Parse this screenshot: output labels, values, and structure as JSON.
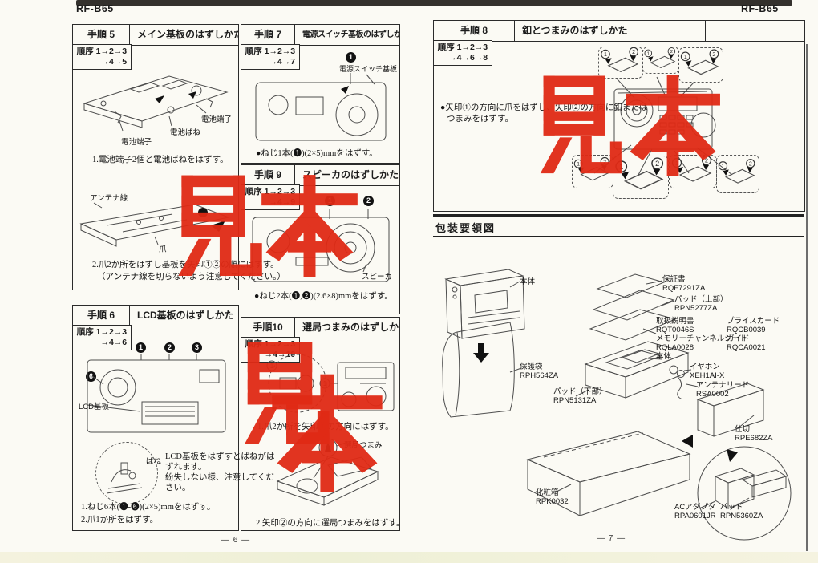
{
  "watermark": {
    "text": "見本",
    "color": "#e02a15"
  },
  "left_page": {
    "header": "RF-B65",
    "footer": "— 6 —",
    "step5": {
      "label": "手順 5",
      "title": "メイン基板のはずしかた",
      "order1": "順序 1→2→3",
      "order2": "→4→5",
      "lbl_terminal1": "電池端子",
      "lbl_spring": "電池ばね",
      "lbl_terminal2": "電池端子",
      "lbl_antenna": "アンテナ線",
      "lbl_claw": "爪",
      "note1": "1.電池端子2個と電池ばねをはずす。",
      "note2": "2.爪2か所をはずし基板を矢印①②の順にはずす。",
      "note3": "（アンテナ線を切らないよう注意してください。）"
    },
    "step6": {
      "label": "手順 6",
      "title": "LCD基板のはずしかた",
      "order1": "順序 1→2→3",
      "order2": "→4→6",
      "markers": [
        "1",
        "2",
        "3",
        "6"
      ],
      "lbl_lcd": "LCD基板",
      "lbl_spring": "ばね",
      "callout1": "LCD基板をはずすとばねがは",
      "callout2": "ずれます。",
      "callout3": "紛失しない様、注意してくだ",
      "callout4": "さい。",
      "note1": "1.ねじ6本(❶-❻)(2×5)mmをはずす。",
      "note2": "2.爪1か所をはずす。"
    },
    "step7": {
      "label": "手順 7",
      "title": "電源スイッチ基板のはずしかた",
      "order1": "順序 1→2→3",
      "order2": "→4→7",
      "markers": [
        "1"
      ],
      "lbl_board": "電源スイッチ基板",
      "note": "●ねじ1本(❶)(2×5)mmをはずす。"
    },
    "step9": {
      "label": "手順 9",
      "title": "スピーカのはずしかた",
      "order1": "順序 1→2→3",
      "order2": "→4→9",
      "markers": [
        "1",
        "2"
      ],
      "lbl_speaker": "スピーカ",
      "note": "●ねじ2本(❶,❷)(2.6×8)mmをはずす。"
    },
    "step10": {
      "label": "手順10",
      "title": "選局つまみのはずしかた",
      "order1": "順序 1→2→3",
      "order2": "→4→10",
      "lbl_knob": "選局つまみ",
      "note1": "1.爪2か所を矢印①の方向にはずす。",
      "note2": "2.矢印②の方向に選局つまみをはずす。"
    }
  },
  "right_page": {
    "header": "RF-B65",
    "footer": "— 7 —",
    "step8": {
      "label": "手順 8",
      "title": "釦とつまみのはずしかた",
      "order1": "順序 1→2→3",
      "order2": "→4→6→8",
      "note1": "●矢印①の方向に爪をはずし、矢印②の方向に釦または",
      "note2": "つまみをはずす。"
    },
    "packing": {
      "title": "包装要領図",
      "parts": [
        {
          "name": "本体",
          "code": ""
        },
        {
          "name": "保証書",
          "code": "RQF7291ZA"
        },
        {
          "name": "パッド（上部）",
          "code": "RPN5277ZA"
        },
        {
          "name": "取扱説明書",
          "code": "RQT0046S"
        },
        {
          "name": "メモリーチャンネルシート",
          "code": "RQLA0028"
        },
        {
          "name": "プライスカード",
          "code": "RQCB0039"
        },
        {
          "name": "ガイド",
          "code": "RQCA0021"
        },
        {
          "name": "保護袋",
          "code": "RPH564ZA"
        },
        {
          "name": "本体",
          "code": ""
        },
        {
          "name": "イヤホン",
          "code": "XEH1AI-X"
        },
        {
          "name": "アンテナリード",
          "code": "RSA0002"
        },
        {
          "name": "パッド（下部）",
          "code": "RPN5131ZA"
        },
        {
          "name": "仕切",
          "code": "RPE682ZA"
        },
        {
          "name": "化粧箱",
          "code": "RPK0032"
        },
        {
          "name": "ACアダプタ",
          "code": "RPA0601JR"
        },
        {
          "name": "パッド",
          "code": "RPN5360ZA"
        }
      ]
    }
  }
}
